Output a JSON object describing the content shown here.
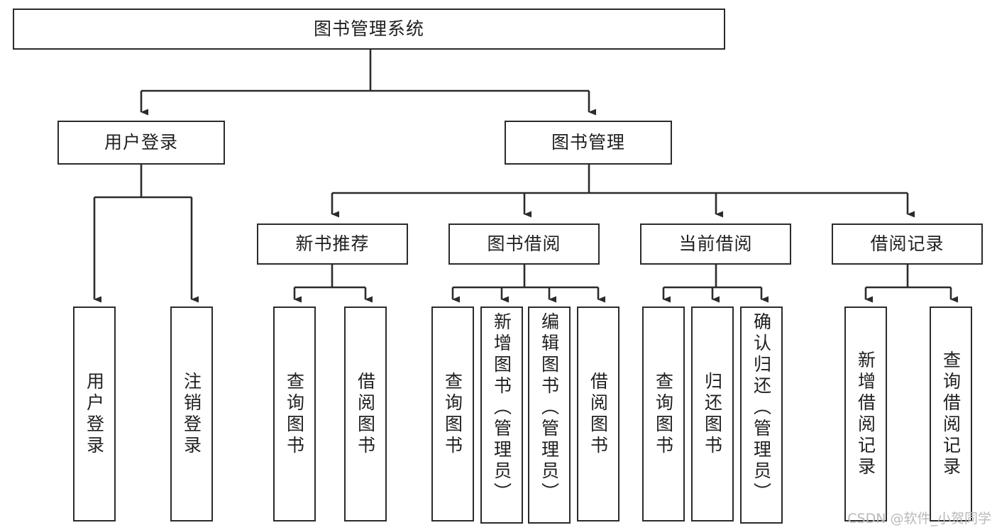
{
  "diagram": {
    "title": "图书管理系统",
    "type": "tree",
    "watermark": "CSDN @软件_小贺同学",
    "colors": {
      "stroke": "#2b2b2b",
      "fill": "#ffffff",
      "text": "#1f1f1f",
      "watermark": "#b9b9b9"
    },
    "nodes": {
      "root": {
        "label": "图书管理系统"
      },
      "level2": [
        {
          "label": "用户登录"
        },
        {
          "label": "图书管理"
        }
      ],
      "level3": [
        {
          "label": "新书推荐"
        },
        {
          "label": "图书借阅"
        },
        {
          "label": "当前借阅"
        },
        {
          "label": "借阅记录"
        }
      ],
      "leaves": {
        "user_login": [
          {
            "label": "用户登录"
          },
          {
            "label": "注销登录"
          }
        ],
        "new_book": [
          {
            "label": "查询图书"
          },
          {
            "label": "借阅图书"
          }
        ],
        "borrow": [
          {
            "label": "查询图书"
          },
          {
            "label": "新增图书（管理员）"
          },
          {
            "label": "编辑图书（管理员）"
          },
          {
            "label": "借阅图书"
          }
        ],
        "current": [
          {
            "label": "查询图书"
          },
          {
            "label": "归还图书"
          },
          {
            "label": "确认归还（管理员）"
          }
        ],
        "records": [
          {
            "label": "新增借阅记录"
          },
          {
            "label": "查询借阅记录"
          }
        ]
      }
    }
  }
}
